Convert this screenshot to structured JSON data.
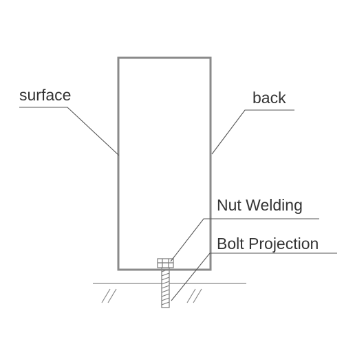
{
  "labels": {
    "surface": "surface",
    "back": "back",
    "nut_welding": "Nut Welding",
    "bolt_projection": "Bolt Projection"
  },
  "colors": {
    "line": "#777777",
    "frame": "#8a8a8a",
    "text": "#333333",
    "background": "#ffffff"
  }
}
